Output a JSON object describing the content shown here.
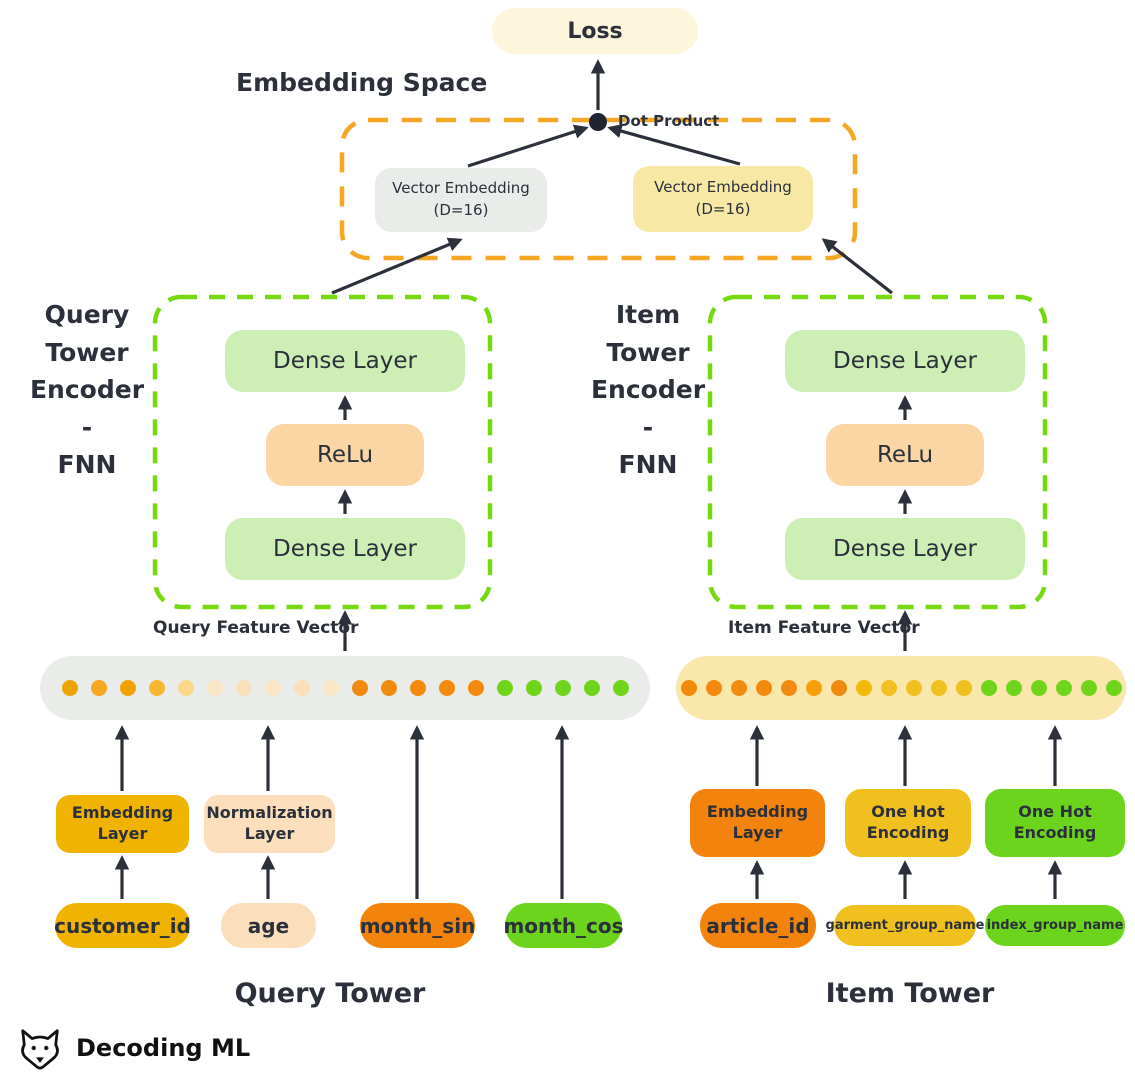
{
  "top": {
    "loss_label": "Loss",
    "embedding_space_label": "Embedding Space",
    "dot_product_label": "Dot Product",
    "query_embedding_label": "Vector Embedding\n(D=16)",
    "item_embedding_label": "Vector Embedding\n(D=16)"
  },
  "query_tower": {
    "encoder_label": "Query\nTower\nEncoder -\nFNN",
    "dense_top_label": "Dense Layer",
    "relu_label": "ReLu",
    "dense_bottom_label": "Dense Layer",
    "feature_vector_label": "Query Feature Vector",
    "dots": [
      "#F0A202",
      "#F5A623",
      "#F0A202",
      "#F7B733",
      "#FAD889",
      "#FBE7C6",
      "#F9DFBA",
      "#FBE7C6",
      "#F9DFBA",
      "#FBE7C6",
      "#F28A10",
      "#F28A10",
      "#F28A10",
      "#F28A10",
      "#F28A10",
      "#70D41C",
      "#70D41C",
      "#70D41C",
      "#70D41C",
      "#70D41C"
    ],
    "transforms": [
      {
        "label": "Embedding\nLayer"
      },
      {
        "label": "Normalization\nLayer"
      }
    ],
    "inputs": [
      {
        "label": "customer_id"
      },
      {
        "label": "age"
      },
      {
        "label": "month_sin"
      },
      {
        "label": "month_cos"
      }
    ],
    "tower_label": "Query Tower"
  },
  "item_tower": {
    "encoder_label": "Item\nTower\nEncoder -\nFNN",
    "dense_top_label": "Dense Layer",
    "relu_label": "ReLu",
    "dense_bottom_label": "Dense Layer",
    "feature_vector_label": "Item Feature Vector",
    "dots": [
      "#F28A10",
      "#F28A10",
      "#F28A10",
      "#F28A10",
      "#F28A10",
      "#F5A00C",
      "#F28A10",
      "#F0B90B",
      "#F0C020",
      "#F0C020",
      "#F0C020",
      "#F0C020",
      "#70D41C",
      "#70D41C",
      "#70D41C",
      "#70D41C",
      "#70D41C",
      "#70D41C"
    ],
    "transforms": [
      {
        "label": "Embedding\nLayer"
      },
      {
        "label": "One Hot\nEncoding"
      },
      {
        "label": "One Hot\nEncoding"
      }
    ],
    "inputs": [
      {
        "label": "article_id"
      },
      {
        "label": "garment_group_name"
      },
      {
        "label": "index_group_name"
      }
    ],
    "tower_label": "Item Tower"
  },
  "colors": {
    "accent_orange_dashed": "#F5A623",
    "accent_green_dashed": "#76D80E",
    "arrow": "#2B303B"
  },
  "footer": {
    "brand": "Decoding ML"
  }
}
